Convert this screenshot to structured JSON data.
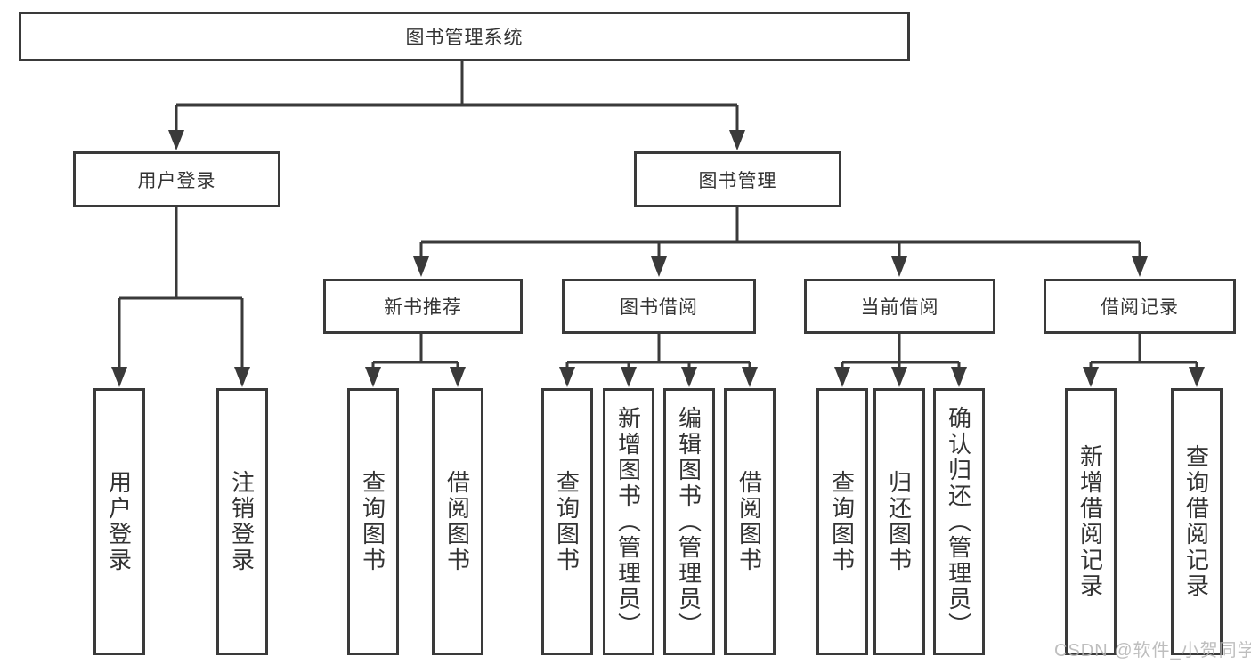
{
  "diagram": {
    "root": "图书管理系统",
    "user_login": {
      "label": "用户登录",
      "leaves": [
        "用户登录",
        "注销登录"
      ]
    },
    "book_management": {
      "label": "图书管理",
      "groups": [
        {
          "label": "新书推荐",
          "leaves": [
            "查询图书",
            "借阅图书"
          ]
        },
        {
          "label": "图书借阅",
          "leaves": [
            "查询图书",
            "新增图书（管理员）",
            "编辑图书（管理员）",
            "借阅图书"
          ]
        },
        {
          "label": "当前借阅",
          "leaves": [
            "查询图书",
            "归还图书",
            "确认归还（管理员）"
          ]
        },
        {
          "label": "借阅记录",
          "leaves": [
            "新增借阅记录",
            "查询借阅记录"
          ]
        }
      ]
    }
  },
  "watermark": "CSDN @软件_小贺同学",
  "colors": {
    "line": "#3a3a3a",
    "text": "#333333",
    "watermark": "#b3b3b3",
    "background": "#ffffff"
  }
}
